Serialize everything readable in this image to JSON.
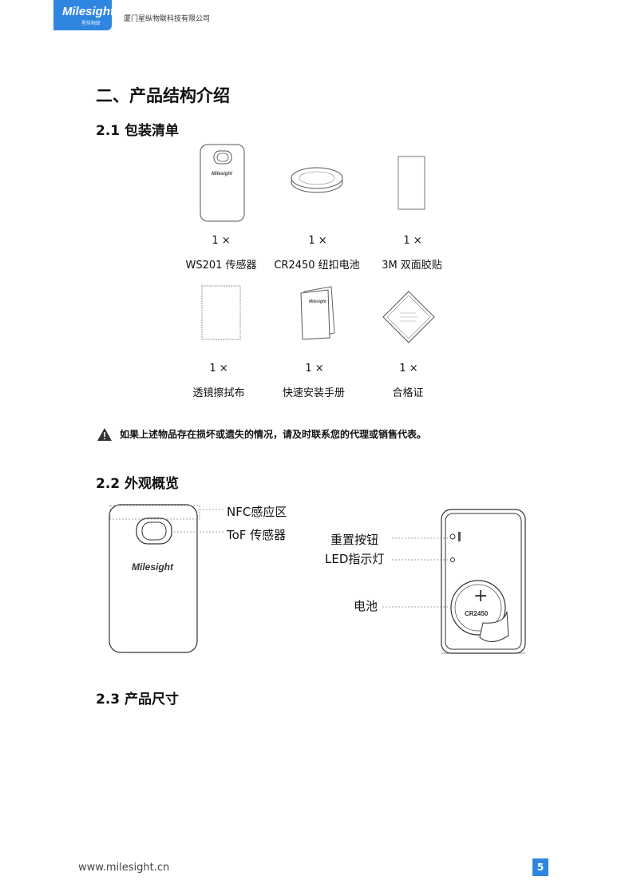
{
  "header": {
    "logo_text": "Milesight",
    "logo_sub": "星纵物联",
    "company": "厦门星纵物联科技有限公司"
  },
  "section_title": "二、产品结构介绍",
  "packing": {
    "title": "2.1 包装清单",
    "items": [
      {
        "qty": "1 ×",
        "label": "WS201 传感器"
      },
      {
        "qty": "1 ×",
        "label": "CR2450 纽扣电池"
      },
      {
        "qty": "1 ×",
        "label": "3M 双面胶贴"
      },
      {
        "qty": "1 ×",
        "label": "透镜擦拭布"
      },
      {
        "qty": "1 ×",
        "label": "快速安装手册"
      },
      {
        "qty": "1 ×",
        "label": "合格证"
      }
    ],
    "warning": "如果上述物品存在损坏或遗失的情况，请及时联系您的代理或销售代表。"
  },
  "overview": {
    "title": "2.2 外观概览",
    "front_device_logo": "Milesight",
    "callouts": {
      "nfc": "NFC感应区",
      "tof": "ToF 传感器",
      "reset": "重置按钮",
      "led": "LED指示灯",
      "battery": "电池"
    },
    "battery_marking": "CR2450",
    "battery_plus": "+"
  },
  "dimensions": {
    "title": "2.3 产品尺寸"
  },
  "footer": {
    "url": "www.milesight.cn",
    "page": "5"
  }
}
